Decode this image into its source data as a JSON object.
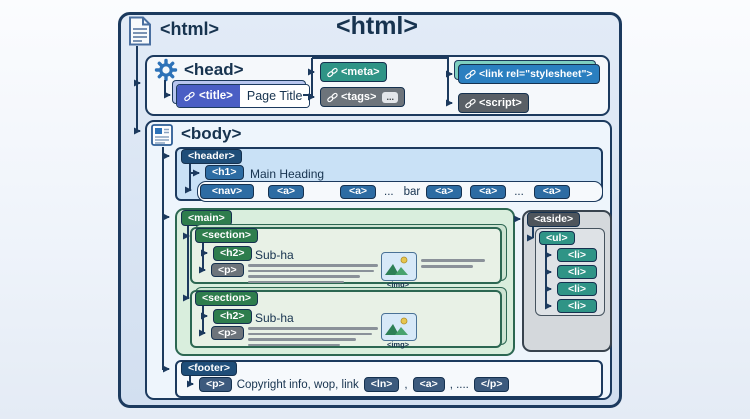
{
  "page": {
    "frame_label": "<html>",
    "center_title": "<html>"
  },
  "head": {
    "label": "<head>",
    "title_tag": "<title>",
    "title_value": "Page Title",
    "meta_tag": "<meta>",
    "tags_tag": "<tags>",
    "tags_more": "...",
    "link_tag": "<link rel=\"stylesheet\">",
    "script_tag": "<script&gt;"
  },
  "body": {
    "label": "<body>",
    "header": {
      "tag": "<header>",
      "h1_tag": "<h1>",
      "h1_text": "Main Heading",
      "nav_tag": "<nav>",
      "nav_items": [
        "<a>",
        "<a>",
        "...",
        "bar",
        "<a>",
        "<a>",
        "...",
        "<a>"
      ]
    },
    "main": {
      "tag": "<main>",
      "sections": [
        {
          "tag": "<section>",
          "h2_tag": "<h2>",
          "h2_text": "Sub-ha",
          "p_tag": "<p>",
          "img_label": "<img>"
        },
        {
          "tag": "<section>",
          "h2_tag": "<h2>",
          "h2_text": "Sub-ha",
          "p_tag": "<p>",
          "img_label": "<img>"
        }
      ]
    },
    "aside": {
      "tag": "<aside>",
      "ul_tag": "<ul>",
      "items": [
        "<li>",
        "<li>",
        "<li>",
        "<li>"
      ]
    },
    "footer": {
      "tag": "<footer>",
      "p_tag": "<p>",
      "text": "Copyright info, wop, link",
      "chips": [
        "<ln>",
        "<a>",
        "</p>"
      ],
      "sep1": ",",
      "sep2": ", ...."
    }
  },
  "colors": {
    "navy": "#1c3a5e",
    "blue": "#2d6ca3",
    "indigo": "#4a5ec4",
    "teal": "#2f9486",
    "green": "#2e7d4d",
    "slate": "#3c5a7d",
    "gray": "#6d747b",
    "frame_fill": "#dbe6f4",
    "header_fill": "#c9e1f6",
    "main_fill": "#d9eedd",
    "aside_fill": "#d4d8dc"
  }
}
